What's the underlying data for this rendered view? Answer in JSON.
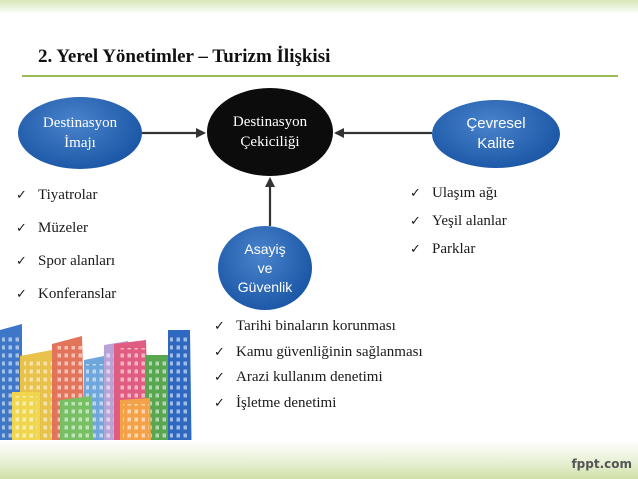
{
  "title": "2. Yerel Yönetimler – Turizm İlişkisi",
  "nodes": {
    "center": "Destinasyon\nÇekiciliği",
    "left": "Destinasyon\nİmajı",
    "right": "Çevresel\nKalite",
    "bottom": "Asayiş\nve\nGüvenlik"
  },
  "lists": {
    "left": [
      "Tiyatrolar",
      "Müzeler",
      "Spor alanları",
      "Konferanslar"
    ],
    "right": [
      "Ulaşım ağı",
      "Yeşil alanlar",
      "Parklar"
    ],
    "bottom": [
      "Tarihi binaların korunması",
      "Kamu güvenliğinin sağlanması",
      "Arazi kullanım denetimi",
      "İşletme denetimi"
    ]
  },
  "bullet_glyph": "✓",
  "colors": {
    "node_fill": "#1b57a6",
    "center_fill": "#0c0c0c",
    "accent_rule": "#9bbd58",
    "arrow": "#333333"
  },
  "brand": "fppt.com"
}
